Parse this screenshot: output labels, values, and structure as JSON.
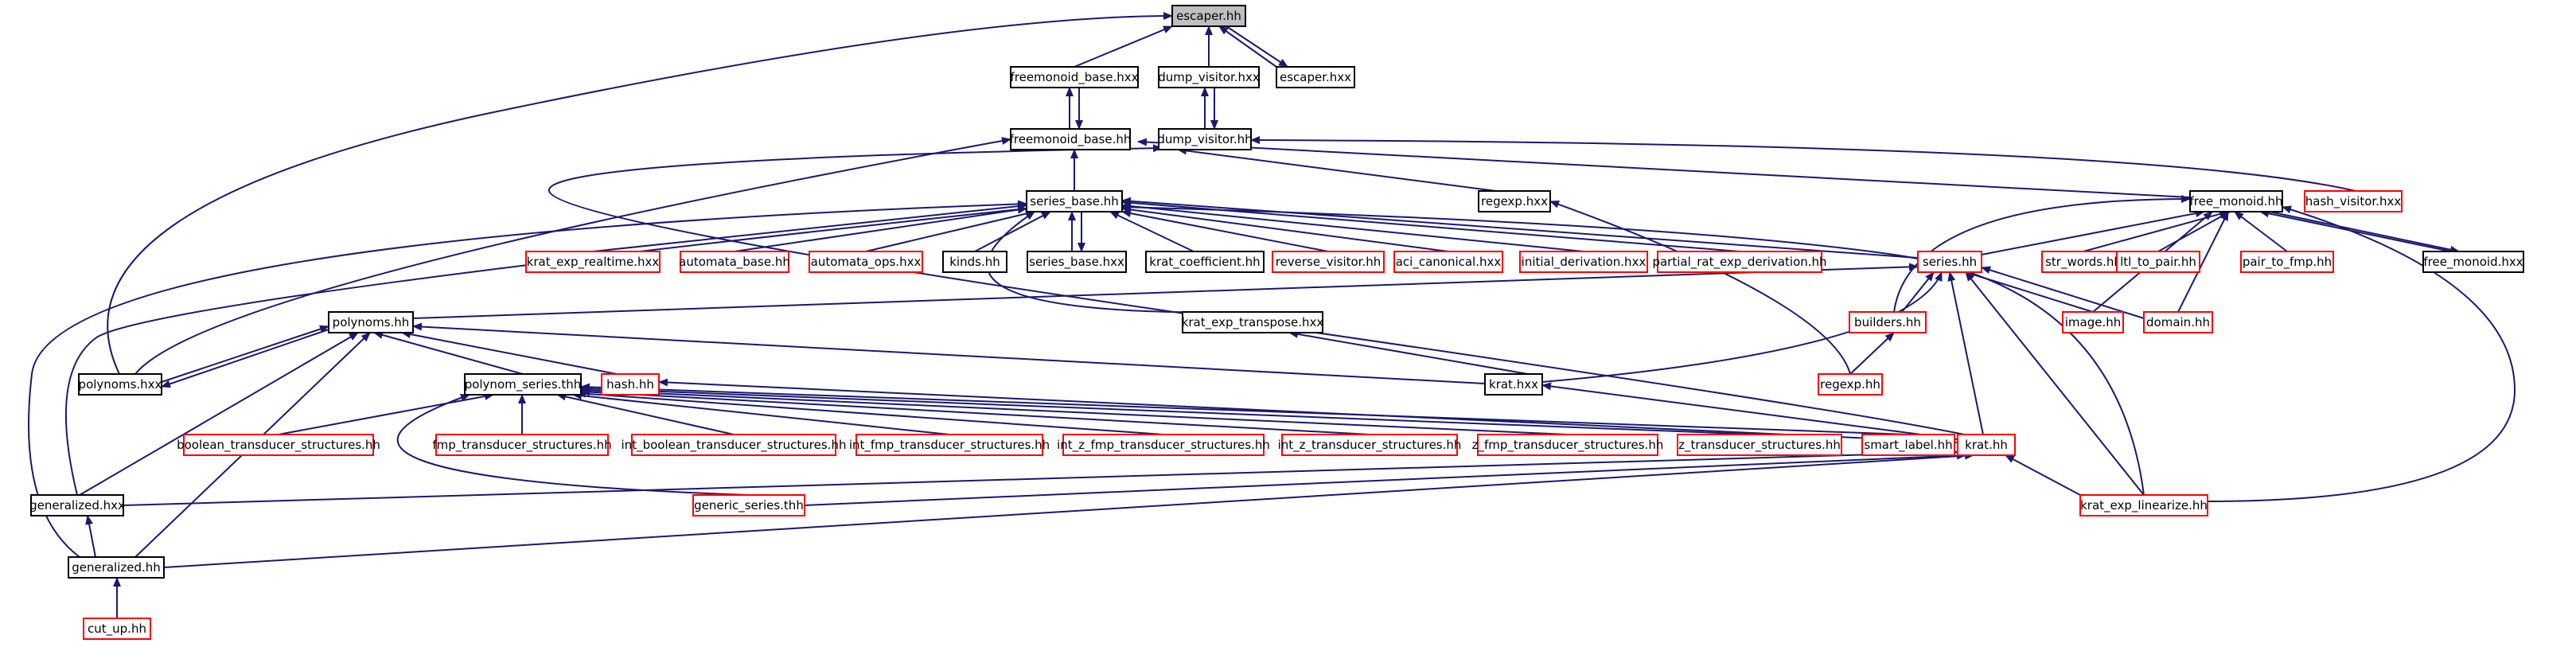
{
  "colors": {
    "edge": "#191970",
    "highlight_fill": "#bfbfbf",
    "black_border": "#000000",
    "red_border": "#ff0000",
    "text": "#000000",
    "background": "#ffffff"
  },
  "nodes": [
    {
      "id": "escaper_hh",
      "label": "escaper.hh",
      "style": "highlight"
    },
    {
      "id": "freemonoid_base_hxx",
      "label": "freemonoid_base.hxx",
      "style": "black"
    },
    {
      "id": "dump_visitor_hxx",
      "label": "dump_visitor.hxx",
      "style": "black"
    },
    {
      "id": "escaper_hxx",
      "label": "escaper.hxx",
      "style": "black"
    },
    {
      "id": "freemonoid_base_hh",
      "label": "freemonoid_base.hh",
      "style": "black"
    },
    {
      "id": "dump_visitor_hh",
      "label": "dump_visitor.hh",
      "style": "black"
    },
    {
      "id": "series_base_hh",
      "label": "series_base.hh",
      "style": "black"
    },
    {
      "id": "regexp_hxx",
      "label": "regexp.hxx",
      "style": "black"
    },
    {
      "id": "free_monoid_hh",
      "label": "free_monoid.hh",
      "style": "black"
    },
    {
      "id": "hash_visitor_hxx",
      "label": "hash_visitor.hxx",
      "style": "red"
    },
    {
      "id": "krat_exp_realtime_hxx",
      "label": "krat_exp_realtime.hxx",
      "style": "red"
    },
    {
      "id": "automata_base_hh",
      "label": "automata_base.hh",
      "style": "red"
    },
    {
      "id": "automata_ops_hxx",
      "label": "automata_ops.hxx",
      "style": "red"
    },
    {
      "id": "kinds_hh",
      "label": "kinds.hh",
      "style": "black"
    },
    {
      "id": "series_base_hxx",
      "label": "series_base.hxx",
      "style": "black"
    },
    {
      "id": "krat_coefficient_hh",
      "label": "krat_coefficient.hh",
      "style": "black"
    },
    {
      "id": "reverse_visitor_hh",
      "label": "reverse_visitor.hh",
      "style": "red"
    },
    {
      "id": "aci_canonical_hxx",
      "label": "aci_canonical.hxx",
      "style": "red"
    },
    {
      "id": "initial_derivation_hxx",
      "label": "initial_derivation.hxx",
      "style": "red"
    },
    {
      "id": "partial_rat_exp_derivation_hh",
      "label": "partial_rat_exp_derivation.hh",
      "style": "red"
    },
    {
      "id": "series_hh",
      "label": "series.hh",
      "style": "red"
    },
    {
      "id": "str_words_hh",
      "label": "str_words.hh",
      "style": "red"
    },
    {
      "id": "ltl_to_pair_hh",
      "label": "ltl_to_pair.hh",
      "style": "red"
    },
    {
      "id": "pair_to_fmp_hh",
      "label": "pair_to_fmp.hh",
      "style": "red"
    },
    {
      "id": "free_monoid_hxx",
      "label": "free_monoid.hxx",
      "style": "black"
    },
    {
      "id": "polynoms_hh",
      "label": "polynoms.hh",
      "style": "black"
    },
    {
      "id": "krat_exp_transpose_hxx",
      "label": "krat_exp_transpose.hxx",
      "style": "black"
    },
    {
      "id": "builders_hh",
      "label": "builders.hh",
      "style": "red"
    },
    {
      "id": "image_hh",
      "label": "image.hh",
      "style": "red"
    },
    {
      "id": "domain_hh",
      "label": "domain.hh",
      "style": "red"
    },
    {
      "id": "polynoms_hxx",
      "label": "polynoms.hxx",
      "style": "black"
    },
    {
      "id": "polynom_series_thh",
      "label": "polynom_series.thh",
      "style": "black"
    },
    {
      "id": "hash_hh",
      "label": "hash.hh",
      "style": "red"
    },
    {
      "id": "krat_hxx",
      "label": "krat.hxx",
      "style": "black"
    },
    {
      "id": "regexp_hh",
      "label": "regexp.hh",
      "style": "red"
    },
    {
      "id": "boolean_transducer_structures_hh",
      "label": "boolean_transducer_structures.hh",
      "style": "red"
    },
    {
      "id": "fmp_transducer_structures_hh",
      "label": "fmp_transducer_structures.hh",
      "style": "red"
    },
    {
      "id": "int_boolean_transducer_structures_hh",
      "label": "int_boolean_transducer_structures.hh",
      "style": "red"
    },
    {
      "id": "int_fmp_transducer_structures_hh",
      "label": "int_fmp_transducer_structures.hh",
      "style": "red"
    },
    {
      "id": "int_z_fmp_transducer_structures_hh",
      "label": "int_z_fmp_transducer_structures.hh",
      "style": "red"
    },
    {
      "id": "int_z_transducer_structures_hh",
      "label": "int_z_transducer_structures.hh",
      "style": "red"
    },
    {
      "id": "z_fmp_transducer_structures_hh",
      "label": "z_fmp_transducer_structures.hh",
      "style": "red"
    },
    {
      "id": "z_transducer_structures_hh",
      "label": "z_transducer_structures.hh",
      "style": "red"
    },
    {
      "id": "smart_label_hh",
      "label": "smart_label.hh",
      "style": "red"
    },
    {
      "id": "krat_hh",
      "label": "krat.hh",
      "style": "red"
    },
    {
      "id": "generalized_hxx",
      "label": "generalized.hxx",
      "style": "black"
    },
    {
      "id": "generic_series_thh",
      "label": "generic_series.thh",
      "style": "red"
    },
    {
      "id": "krat_exp_linearize_hh",
      "label": "krat_exp_linearize.hh",
      "style": "red"
    },
    {
      "id": "generalized_hh",
      "label": "generalized.hh",
      "style": "black"
    },
    {
      "id": "cut_up_hh",
      "label": "cut_up.hh",
      "style": "red"
    }
  ],
  "edges": [
    {
      "from": "freemonoid_base_hxx",
      "to": "escaper_hh"
    },
    {
      "from": "dump_visitor_hxx",
      "to": "escaper_hh"
    },
    {
      "from": "escaper_hxx",
      "to": "escaper_hh"
    },
    {
      "from": "escaper_hh",
      "to": "escaper_hxx"
    },
    {
      "from": "polynoms_hxx",
      "to": "escaper_hh"
    },
    {
      "from": "freemonoid_base_hh",
      "to": "freemonoid_base_hxx"
    },
    {
      "from": "freemonoid_base_hxx",
      "to": "freemonoid_base_hh"
    },
    {
      "from": "dump_visitor_hh",
      "to": "dump_visitor_hxx"
    },
    {
      "from": "dump_visitor_hxx",
      "to": "dump_visitor_hh"
    },
    {
      "from": "series_base_hh",
      "to": "freemonoid_base_hh"
    },
    {
      "from": "free_monoid_hh",
      "to": "freemonoid_base_hh"
    },
    {
      "from": "polynoms_hxx",
      "to": "freemonoid_base_hh"
    },
    {
      "from": "hash_visitor_hxx",
      "to": "dump_visitor_hh"
    },
    {
      "from": "regexp_hxx",
      "to": "dump_visitor_hh"
    },
    {
      "from": "krat_hh",
      "to": "dump_visitor_hh"
    },
    {
      "from": "krat_exp_realtime_hxx",
      "to": "series_base_hh"
    },
    {
      "from": "automata_base_hh",
      "to": "series_base_hh"
    },
    {
      "from": "automata_ops_hxx",
      "to": "series_base_hh"
    },
    {
      "from": "kinds_hh",
      "to": "series_base_hh"
    },
    {
      "from": "series_base_hxx",
      "to": "series_base_hh"
    },
    {
      "from": "series_base_hh",
      "to": "series_base_hxx"
    },
    {
      "from": "krat_coefficient_hh",
      "to": "series_base_hh"
    },
    {
      "from": "reverse_visitor_hh",
      "to": "series_base_hh"
    },
    {
      "from": "aci_canonical_hxx",
      "to": "series_base_hh"
    },
    {
      "from": "initial_derivation_hxx",
      "to": "series_base_hh"
    },
    {
      "from": "partial_rat_exp_derivation_hh",
      "to": "series_base_hh"
    },
    {
      "from": "series_hh",
      "to": "series_base_hh"
    },
    {
      "from": "krat_exp_transpose_hxx",
      "to": "series_base_hh"
    },
    {
      "from": "krat_exp_linearize_hh",
      "to": "series_base_hh"
    },
    {
      "from": "generalized_hxx",
      "to": "series_base_hh"
    },
    {
      "from": "generalized_hh",
      "to": "series_base_hh"
    },
    {
      "from": "regexp_hh",
      "to": "regexp_hxx"
    },
    {
      "from": "str_words_hh",
      "to": "free_monoid_hh"
    },
    {
      "from": "ltl_to_pair_hh",
      "to": "free_monoid_hh"
    },
    {
      "from": "pair_to_fmp_hh",
      "to": "free_monoid_hh"
    },
    {
      "from": "free_monoid_hxx",
      "to": "free_monoid_hh"
    },
    {
      "from": "free_monoid_hh",
      "to": "free_monoid_hxx"
    },
    {
      "from": "series_hh",
      "to": "free_monoid_hh"
    },
    {
      "from": "builders_hh",
      "to": "free_monoid_hh"
    },
    {
      "from": "image_hh",
      "to": "free_monoid_hh"
    },
    {
      "from": "domain_hh",
      "to": "free_monoid_hh"
    },
    {
      "from": "krat_exp_linearize_hh",
      "to": "free_monoid_hh"
    },
    {
      "from": "polynoms_hh",
      "to": "series_hh"
    },
    {
      "from": "builders_hh",
      "to": "series_hh"
    },
    {
      "from": "image_hh",
      "to": "series_hh"
    },
    {
      "from": "domain_hh",
      "to": "series_hh"
    },
    {
      "from": "krat_hxx",
      "to": "series_hh"
    },
    {
      "from": "krat_hh",
      "to": "series_hh"
    },
    {
      "from": "krat_exp_linearize_hh",
      "to": "series_hh"
    },
    {
      "from": "regexp_hh",
      "to": "builders_hh"
    },
    {
      "from": "krat_hxx",
      "to": "krat_exp_transpose_hxx"
    },
    {
      "from": "krat_hh",
      "to": "krat_hxx"
    },
    {
      "from": "polynoms_hxx",
      "to": "polynoms_hh"
    },
    {
      "from": "polynoms_hh",
      "to": "polynoms_hxx"
    },
    {
      "from": "polynom_series_thh",
      "to": "polynoms_hh"
    },
    {
      "from": "hash_hh",
      "to": "polynoms_hh"
    },
    {
      "from": "krat_hxx",
      "to": "polynoms_hh"
    },
    {
      "from": "generalized_hxx",
      "to": "polynoms_hh"
    },
    {
      "from": "generalized_hh",
      "to": "polynoms_hh"
    },
    {
      "from": "boolean_transducer_structures_hh",
      "to": "polynom_series_thh"
    },
    {
      "from": "fmp_transducer_structures_hh",
      "to": "polynom_series_thh"
    },
    {
      "from": "int_boolean_transducer_structures_hh",
      "to": "polynom_series_thh"
    },
    {
      "from": "int_fmp_transducer_structures_hh",
      "to": "polynom_series_thh"
    },
    {
      "from": "int_z_fmp_transducer_structures_hh",
      "to": "polynom_series_thh"
    },
    {
      "from": "int_z_transducer_structures_hh",
      "to": "polynom_series_thh"
    },
    {
      "from": "z_fmp_transducer_structures_hh",
      "to": "polynom_series_thh"
    },
    {
      "from": "z_transducer_structures_hh",
      "to": "polynom_series_thh"
    },
    {
      "from": "smart_label_hh",
      "to": "polynom_series_thh"
    },
    {
      "from": "generic_series_thh",
      "to": "polynom_series_thh"
    },
    {
      "from": "krat_hh",
      "to": "hash_hh"
    },
    {
      "from": "generalized_hxx",
      "to": "krat_hh"
    },
    {
      "from": "generic_series_thh",
      "to": "krat_hh"
    },
    {
      "from": "krat_exp_linearize_hh",
      "to": "krat_hh"
    },
    {
      "from": "generalized_hh",
      "to": "krat_hh"
    },
    {
      "from": "generalized_hh",
      "to": "generalized_hxx"
    },
    {
      "from": "cut_up_hh",
      "to": "generalized_hh"
    }
  ]
}
